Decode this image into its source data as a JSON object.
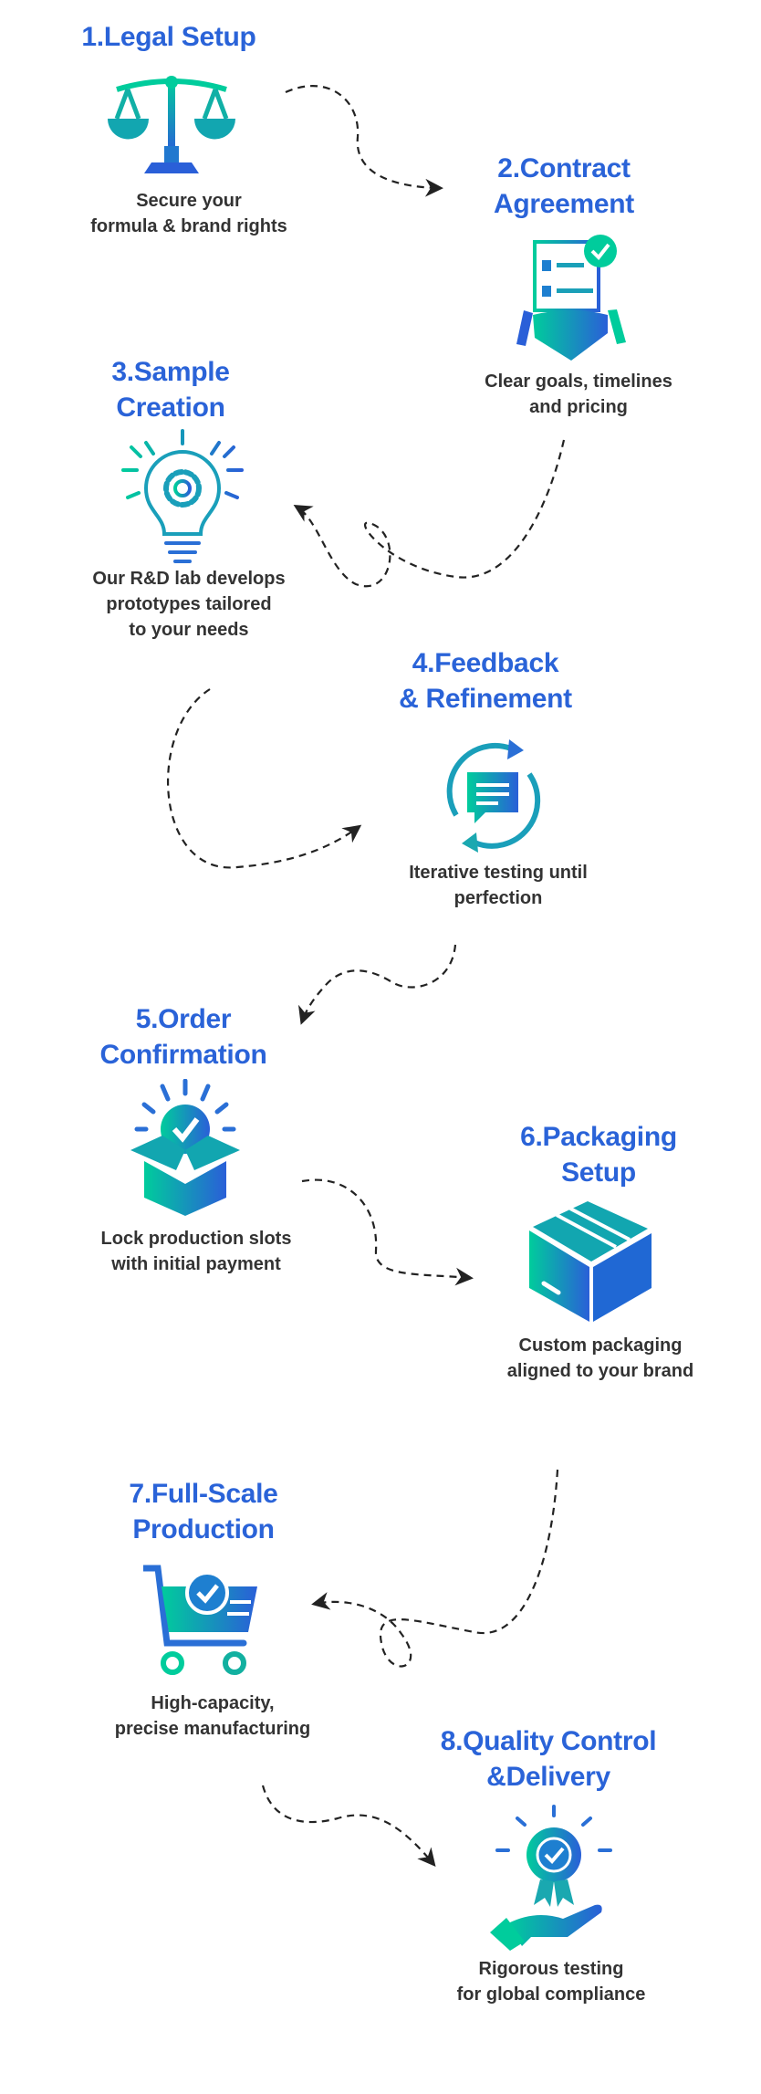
{
  "colors": {
    "title": "#2a63d8",
    "text": "#333333",
    "grad_start": "#00cc9c",
    "grad_end": "#2a5fd8",
    "arrow": "#222222"
  },
  "steps": [
    {
      "title_l1": "1.Legal Setup",
      "title_l2": "",
      "desc_l1": "Secure your",
      "desc_l2": "formula & brand rights",
      "icon": "scales-icon"
    },
    {
      "title_l1": "2.Contract",
      "title_l2": "Agreement",
      "desc_l1": "Clear goals, timelines",
      "desc_l2": "and pricing",
      "icon": "contract-handshake-icon"
    },
    {
      "title_l1": "3.Sample",
      "title_l2": "Creation",
      "desc_l1": "Our R&D lab develops",
      "desc_l2": "prototypes tailored",
      "desc_l3": "to your needs",
      "icon": "lightbulb-gear-icon"
    },
    {
      "title_l1": "4.Feedback",
      "title_l2": "& Refinement",
      "desc_l1": "Iterative testing until",
      "desc_l2": "perfection",
      "icon": "feedback-cycle-icon"
    },
    {
      "title_l1": "5.Order",
      "title_l2": "Confirmation",
      "desc_l1": "Lock production slots",
      "desc_l2": "with initial payment",
      "icon": "box-check-icon"
    },
    {
      "title_l1": "6.Packaging",
      "title_l2": "Setup",
      "desc_l1": "Custom packaging",
      "desc_l2": "aligned to your brand",
      "icon": "package-icon"
    },
    {
      "title_l1": "7.Full-Scale",
      "title_l2": "Production",
      "desc_l1": "High-capacity,",
      "desc_l2": "precise manufacturing",
      "icon": "cart-check-icon"
    },
    {
      "title_l1": "8.Quality Control",
      "title_l2": "&Delivery",
      "desc_l1": "Rigorous testing",
      "desc_l2": "for global compliance",
      "icon": "hand-badge-icon"
    }
  ]
}
